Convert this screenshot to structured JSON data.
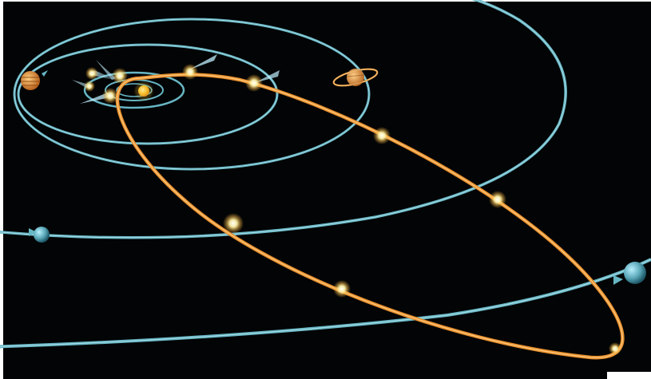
{
  "scene": {
    "subject": "solar-system-comet-orbit-illustration",
    "colors": {
      "space": "#030405",
      "orbit_blue": "#67b6c4",
      "orbit_blue_dark": "#2c6f7c",
      "comet_orbit": "#e8902e",
      "comet_orbit_light": "#ffd08a",
      "sun": "#f7c22d",
      "jupiter": "#d9892e",
      "saturn": "#d98a3a",
      "uranus": "#5aa7b8",
      "neptune": "#4a8fb0",
      "comet_glow": "#fff3a8",
      "comet_tail": "#8fd8e8"
    },
    "objects": [
      "sun",
      "jupiter",
      "saturn",
      "uranus",
      "neptune",
      "comet"
    ],
    "comet_positions_count": 12
  }
}
